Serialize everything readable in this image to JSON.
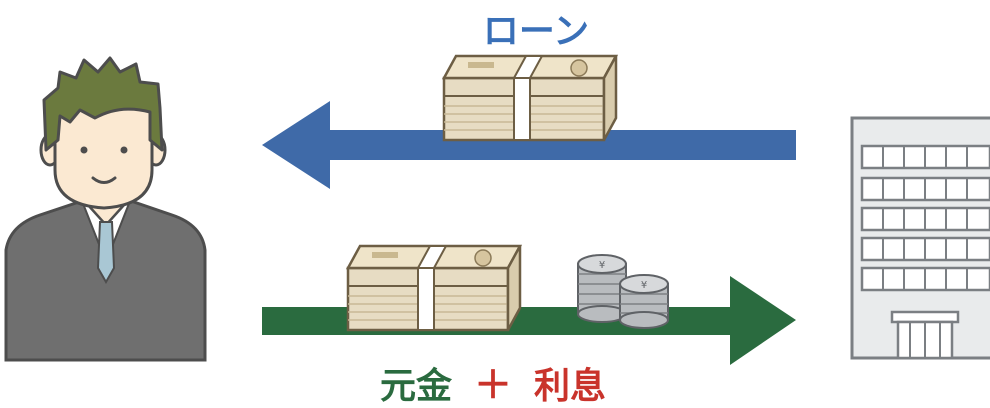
{
  "labels": {
    "loan": "ローン",
    "principal": "元金",
    "plus": "＋",
    "interest": "利息"
  },
  "colors": {
    "loan_arrow": "#3f6aa8",
    "repay_arrow": "#2a6b3f",
    "loan_text": "#3a70b8",
    "principal_text": "#2a6b3f",
    "interest_text": "#c9332b",
    "suit": "#6f6f6f",
    "skin": "#fbe9d2",
    "hair": "#6b7a3e",
    "tie": "#a9c7d4",
    "building": "#e9ebec",
    "money": "#e7dcc3"
  },
  "icons": {
    "person": "businessman-icon",
    "bank": "bank-building-icon",
    "banknotes": "banknote-stack-icon",
    "coins": "coin-stack-icon"
  }
}
